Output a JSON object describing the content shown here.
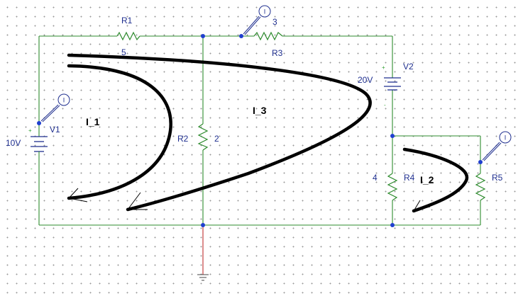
{
  "diagram": {
    "components": {
      "r1": {
        "name": "R1",
        "value": "5"
      },
      "r2": {
        "name": "R2",
        "value": "2"
      },
      "r3": {
        "name": "R3",
        "value": "3"
      },
      "r4": {
        "name": "R4",
        "value": "4"
      },
      "r5": {
        "name": "R5"
      },
      "v1": {
        "name": "V1",
        "voltage": "10V",
        "plus": "+",
        "minus": "-"
      },
      "v2": {
        "name": "V2",
        "voltage": "20V",
        "plus": "+",
        "minus": "-"
      }
    },
    "loops": {
      "i1": "I_1",
      "i2": "I_2",
      "i3": "I_3"
    },
    "probe_symbol": "I",
    "colors": {
      "wire": "#2e8b2e",
      "label": "#1f2f8f",
      "node": "#1f3fcf",
      "ground_wire": "#c03030"
    }
  }
}
